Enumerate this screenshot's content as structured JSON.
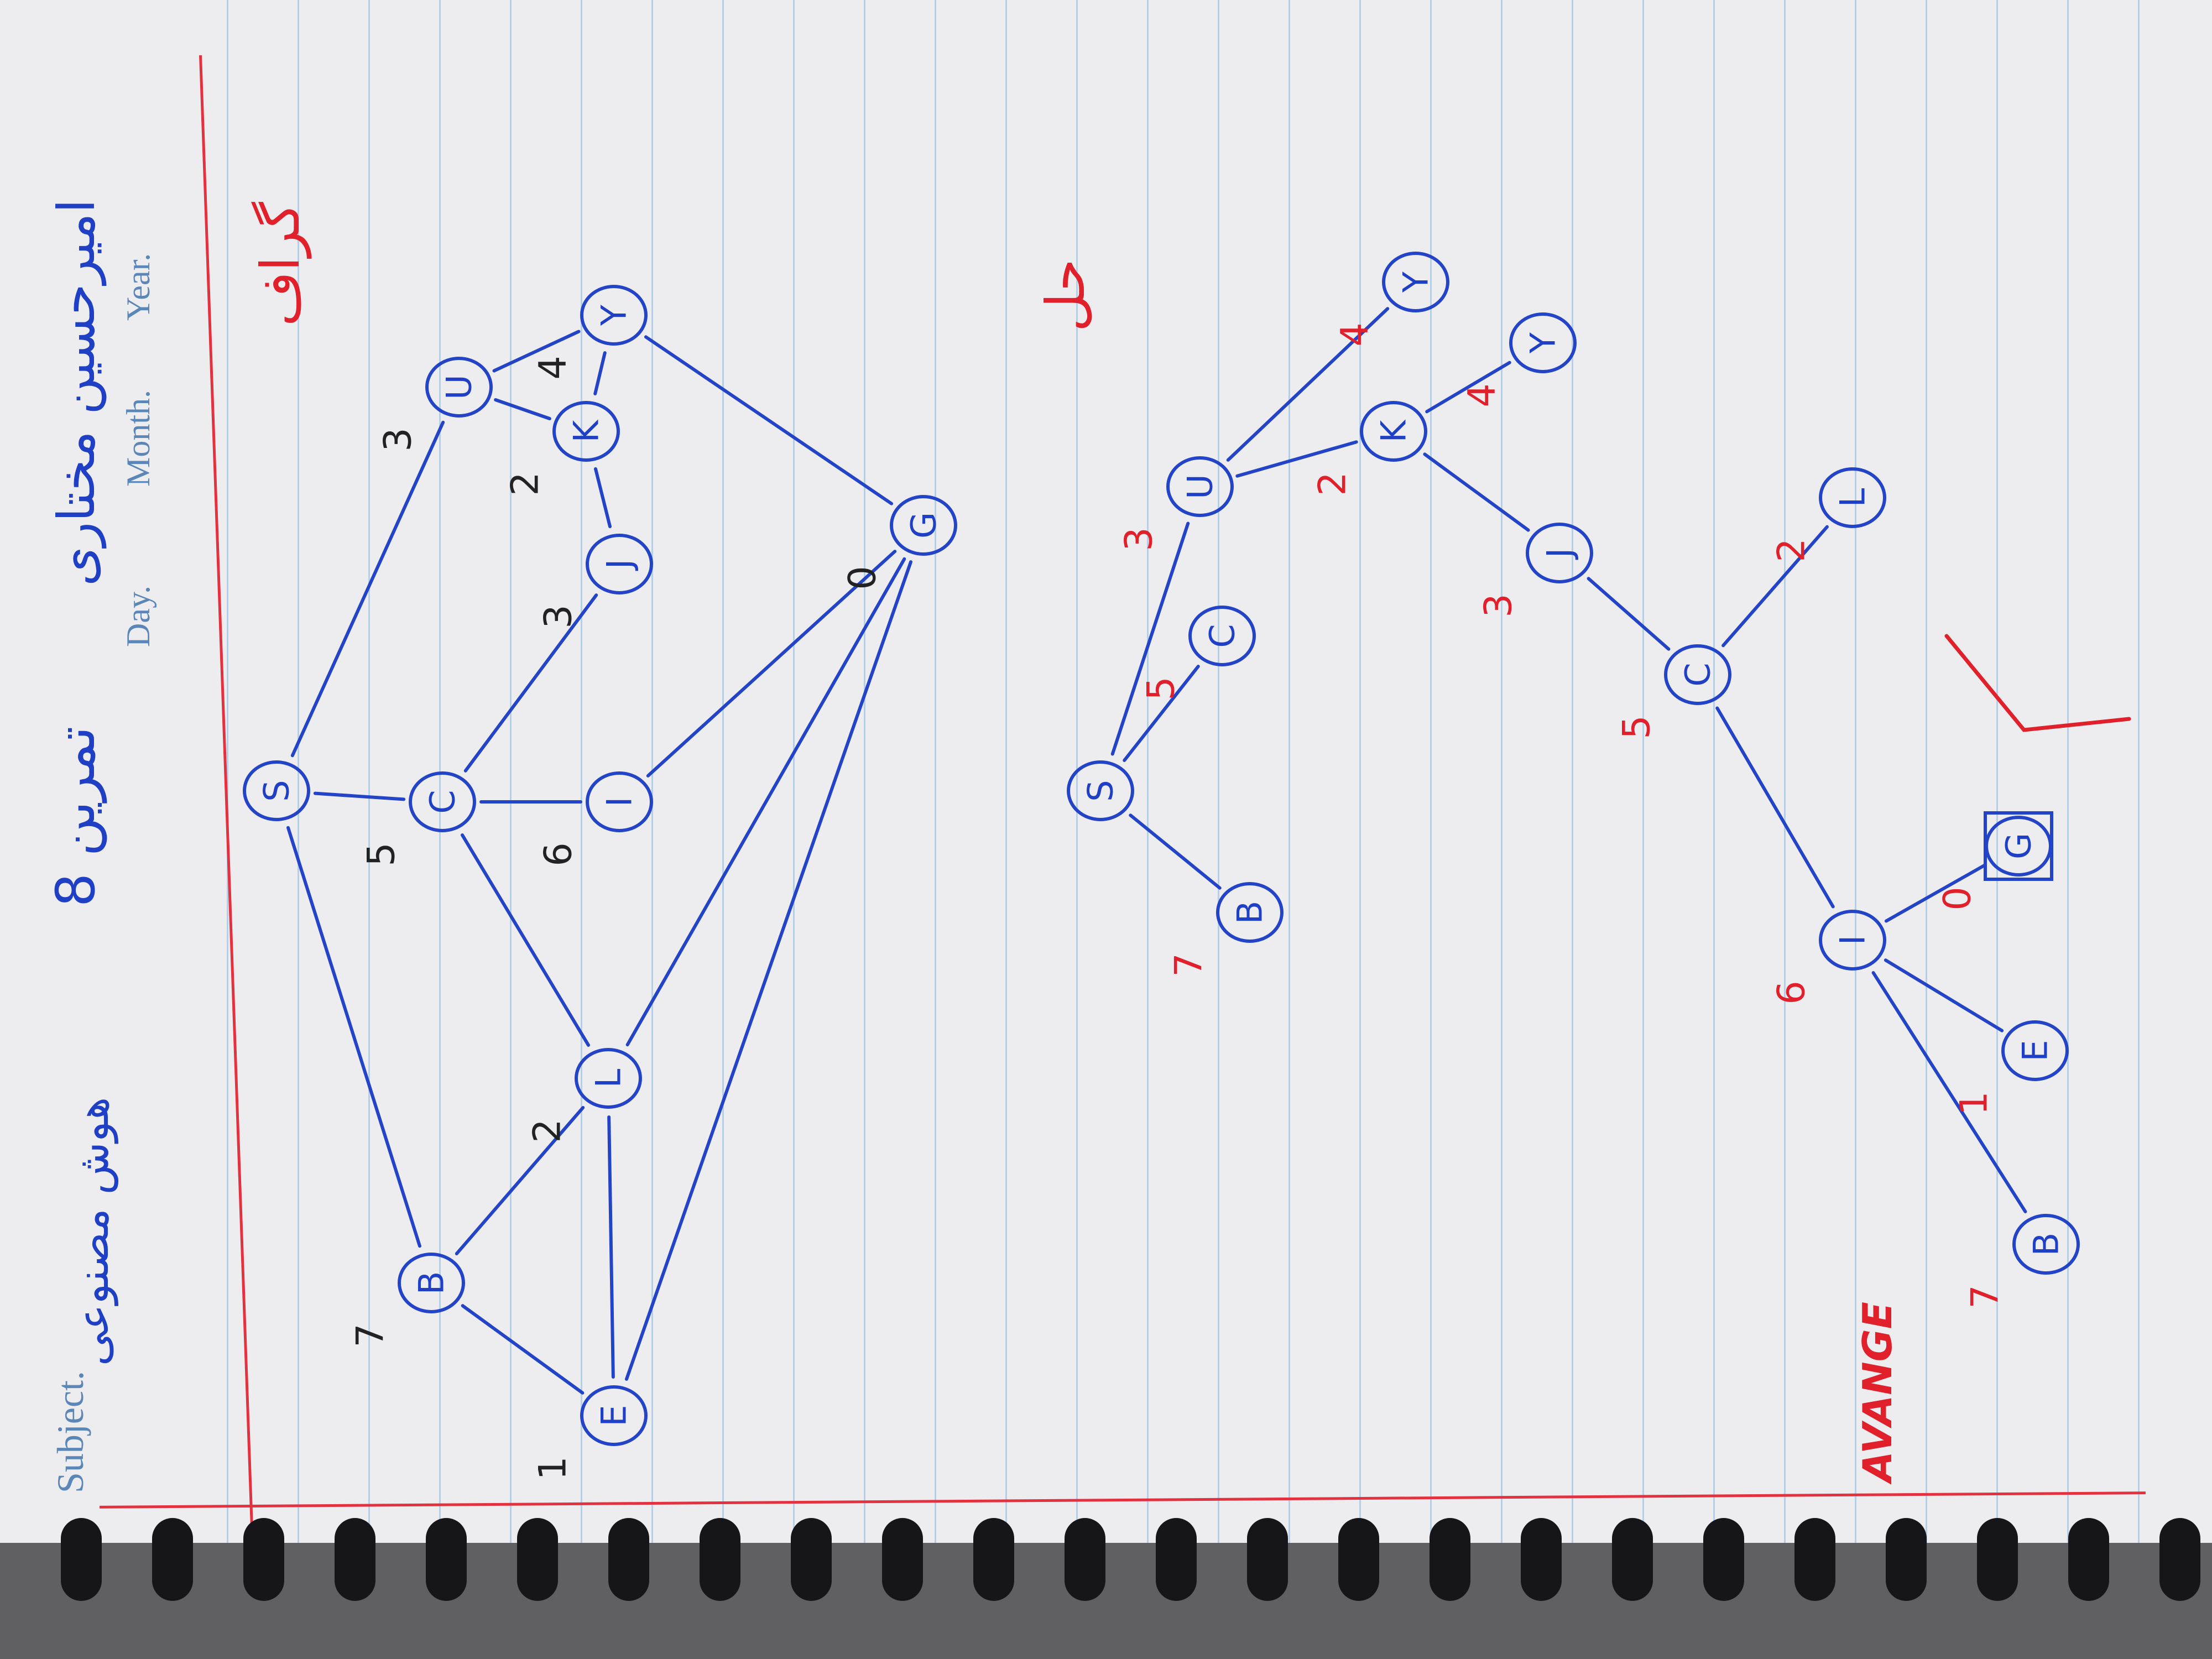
{
  "header": {
    "subject_printed": "Subject.",
    "subject_handwritten": "هوش مصنوعی",
    "exercise_title": "تمرین 8",
    "student_name": "امیرحسین مختاری",
    "day_printed": "Day.",
    "month_printed": "Month.",
    "year_printed": "Year.",
    "graph_heading": "گراف",
    "solution_heading": "حل"
  },
  "brand": "AVANGE",
  "colors": {
    "ink_blue": "#1f3fc4",
    "ink_red": "#e0202b",
    "ink_black": "#222222",
    "print_blue": "#5a86b8",
    "margin_red": "#e2323f"
  },
  "graph": {
    "nodes": [
      {
        "id": "S",
        "label": "S",
        "weight": ""
      },
      {
        "id": "B",
        "label": "B",
        "weight": "7"
      },
      {
        "id": "E",
        "label": "E",
        "weight": "1"
      },
      {
        "id": "L",
        "label": "L",
        "weight": "2"
      },
      {
        "id": "C",
        "label": "C",
        "weight": "5"
      },
      {
        "id": "I",
        "label": "I",
        "weight": "6"
      },
      {
        "id": "J",
        "label": "J",
        "weight": "3"
      },
      {
        "id": "K",
        "label": "K",
        "weight": "2"
      },
      {
        "id": "U",
        "label": "U",
        "weight": "3"
      },
      {
        "id": "Y",
        "label": "Y",
        "weight": "4"
      },
      {
        "id": "G",
        "label": "G",
        "weight": "0"
      }
    ],
    "edges": [
      [
        "S",
        "B"
      ],
      [
        "S",
        "C"
      ],
      [
        "S",
        "U"
      ],
      [
        "B",
        "E"
      ],
      [
        "B",
        "L"
      ],
      [
        "E",
        "L"
      ],
      [
        "E",
        "G"
      ],
      [
        "L",
        "C"
      ],
      [
        "L",
        "G"
      ],
      [
        "C",
        "I"
      ],
      [
        "C",
        "J"
      ],
      [
        "I",
        "G"
      ],
      [
        "J",
        "K"
      ],
      [
        "K",
        "U"
      ],
      [
        "K",
        "Y"
      ],
      [
        "U",
        "Y"
      ],
      [
        "Y",
        "G"
      ]
    ]
  },
  "solution_tree": {
    "nodes": [
      {
        "id": "s_S",
        "label": "S",
        "weight": ""
      },
      {
        "id": "s_B1",
        "label": "B",
        "weight": "7"
      },
      {
        "id": "s_C1",
        "label": "C",
        "weight": "5"
      },
      {
        "id": "s_U",
        "label": "U",
        "weight": "3"
      },
      {
        "id": "s_Y1",
        "label": "Y",
        "weight": "4"
      },
      {
        "id": "s_K",
        "label": "K",
        "weight": "2"
      },
      {
        "id": "s_Y2",
        "label": "Y",
        "weight": "4"
      },
      {
        "id": "s_J",
        "label": "J",
        "weight": "3"
      },
      {
        "id": "s_C2",
        "label": "C",
        "weight": "5"
      },
      {
        "id": "s_L",
        "label": "L",
        "weight": "2"
      },
      {
        "id": "s_I",
        "label": "I",
        "weight": "6"
      },
      {
        "id": "s_G",
        "label": "G",
        "weight": "0"
      },
      {
        "id": "s_E",
        "label": "E",
        "weight": "1"
      },
      {
        "id": "s_B2",
        "label": "B",
        "weight": "7"
      }
    ],
    "edges": [
      [
        "s_S",
        "s_B1"
      ],
      [
        "s_S",
        "s_C1"
      ],
      [
        "s_S",
        "s_U"
      ],
      [
        "s_U",
        "s_Y1"
      ],
      [
        "s_U",
        "s_K"
      ],
      [
        "s_K",
        "s_Y2"
      ],
      [
        "s_K",
        "s_J"
      ],
      [
        "s_J",
        "s_C2"
      ],
      [
        "s_C2",
        "s_L"
      ],
      [
        "s_C2",
        "s_I"
      ],
      [
        "s_I",
        "s_G"
      ],
      [
        "s_I",
        "s_E"
      ],
      [
        "s_I",
        "s_B2"
      ]
    ],
    "goal": "s_G"
  }
}
